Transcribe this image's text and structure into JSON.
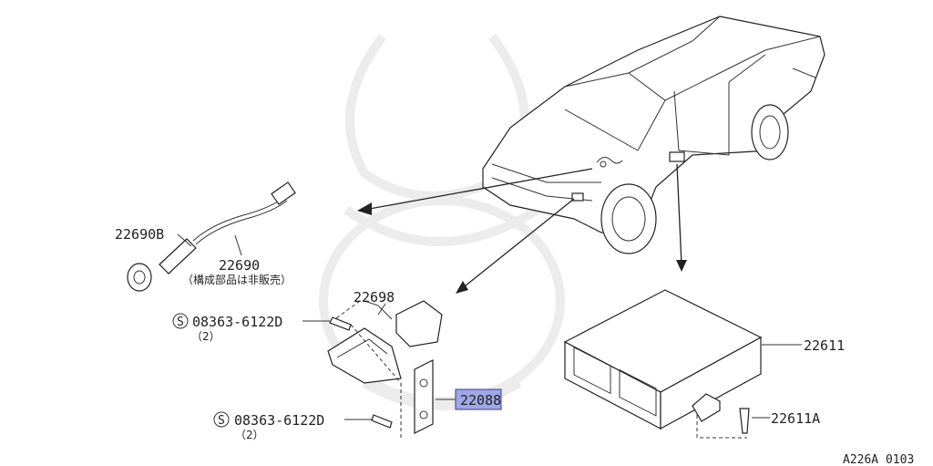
{
  "watermark": {
    "icon": "samurai-helmet-watermark-icon",
    "color": "#eeeeee"
  },
  "highlight_color": "#9fa8e6",
  "parts": {
    "p22690B": "22690B",
    "p22690": "22690",
    "p22690_note": "（構成部品は非販売）",
    "p22698": "22698",
    "bolt1_code": "08363-6122D",
    "bolt1_qty": "（2）",
    "bolt2_code": "08363-6122D",
    "bolt2_qty": "（2）",
    "p22088": "22088",
    "p22611": "22611",
    "p22611A": "22611A",
    "s_symbol": "S"
  },
  "diagram_id": "A226A 0103"
}
